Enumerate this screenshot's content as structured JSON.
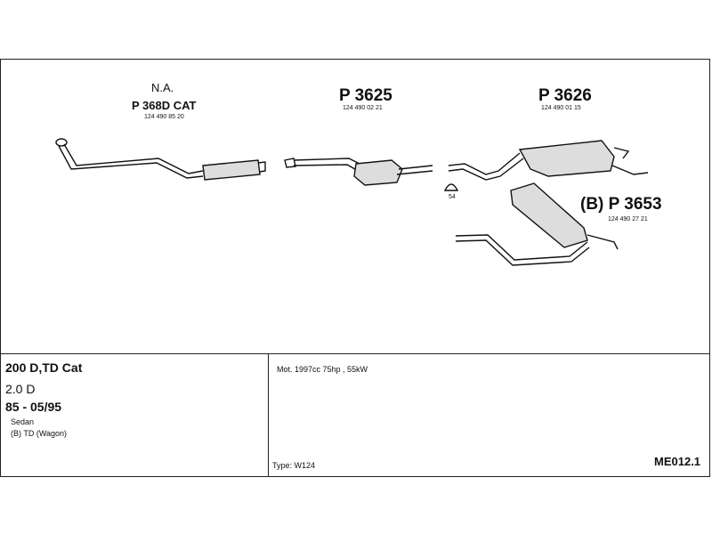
{
  "diagram": {
    "labels": {
      "na": "N.A.",
      "part1": "P 368D CAT",
      "part1_oem": "124 490 85 20",
      "part2": "P 3625",
      "part2_oem": "124 490 02 21",
      "part3": "P 3626",
      "part3_oem": "124 490 01 15",
      "part4": "(B) P 3653",
      "part4_oem": "124 490 27 21",
      "clamp": "54"
    }
  },
  "info": {
    "model": "200 D,TD Cat",
    "engine": "2.0 D",
    "years": "85 - 05/95",
    "body1": "Sedan",
    "body2": "(B) TD (Wagon)",
    "motor": "Mot. 1997cc 75hp , 55kW",
    "type": "Type:  W124",
    "code": "ME012.1"
  }
}
